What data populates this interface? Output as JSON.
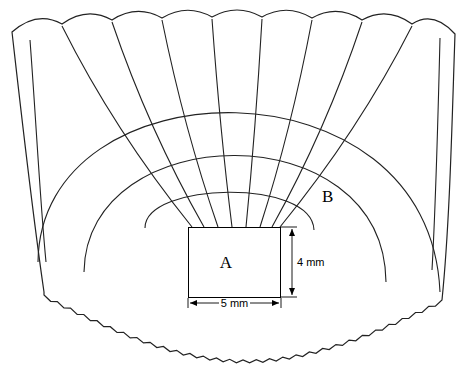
{
  "diagram": {
    "nodes": [
      {
        "text": [
          "B"
        ]
      },
      {
        "text": [
          "A"
        ],
        "in": 0
      }
    ],
    "labels": [
      "4 mm",
      "5 mm"
    ]
  }
}
